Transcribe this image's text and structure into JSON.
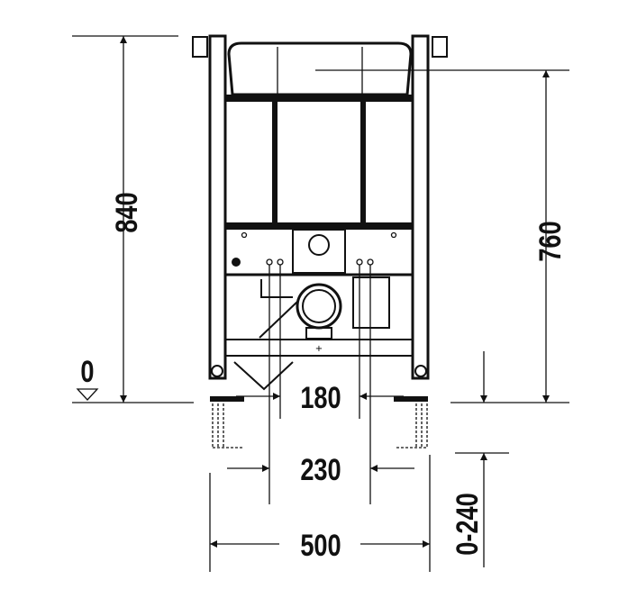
{
  "dimensions": {
    "total_height": "840",
    "frame_height": "760",
    "floor_level": "0",
    "inner_spacing": "180",
    "outer_spacing": "230",
    "width": "500",
    "foot_adjust": "0-240"
  },
  "colors": {
    "line": "#111111",
    "background": "#ffffff"
  }
}
